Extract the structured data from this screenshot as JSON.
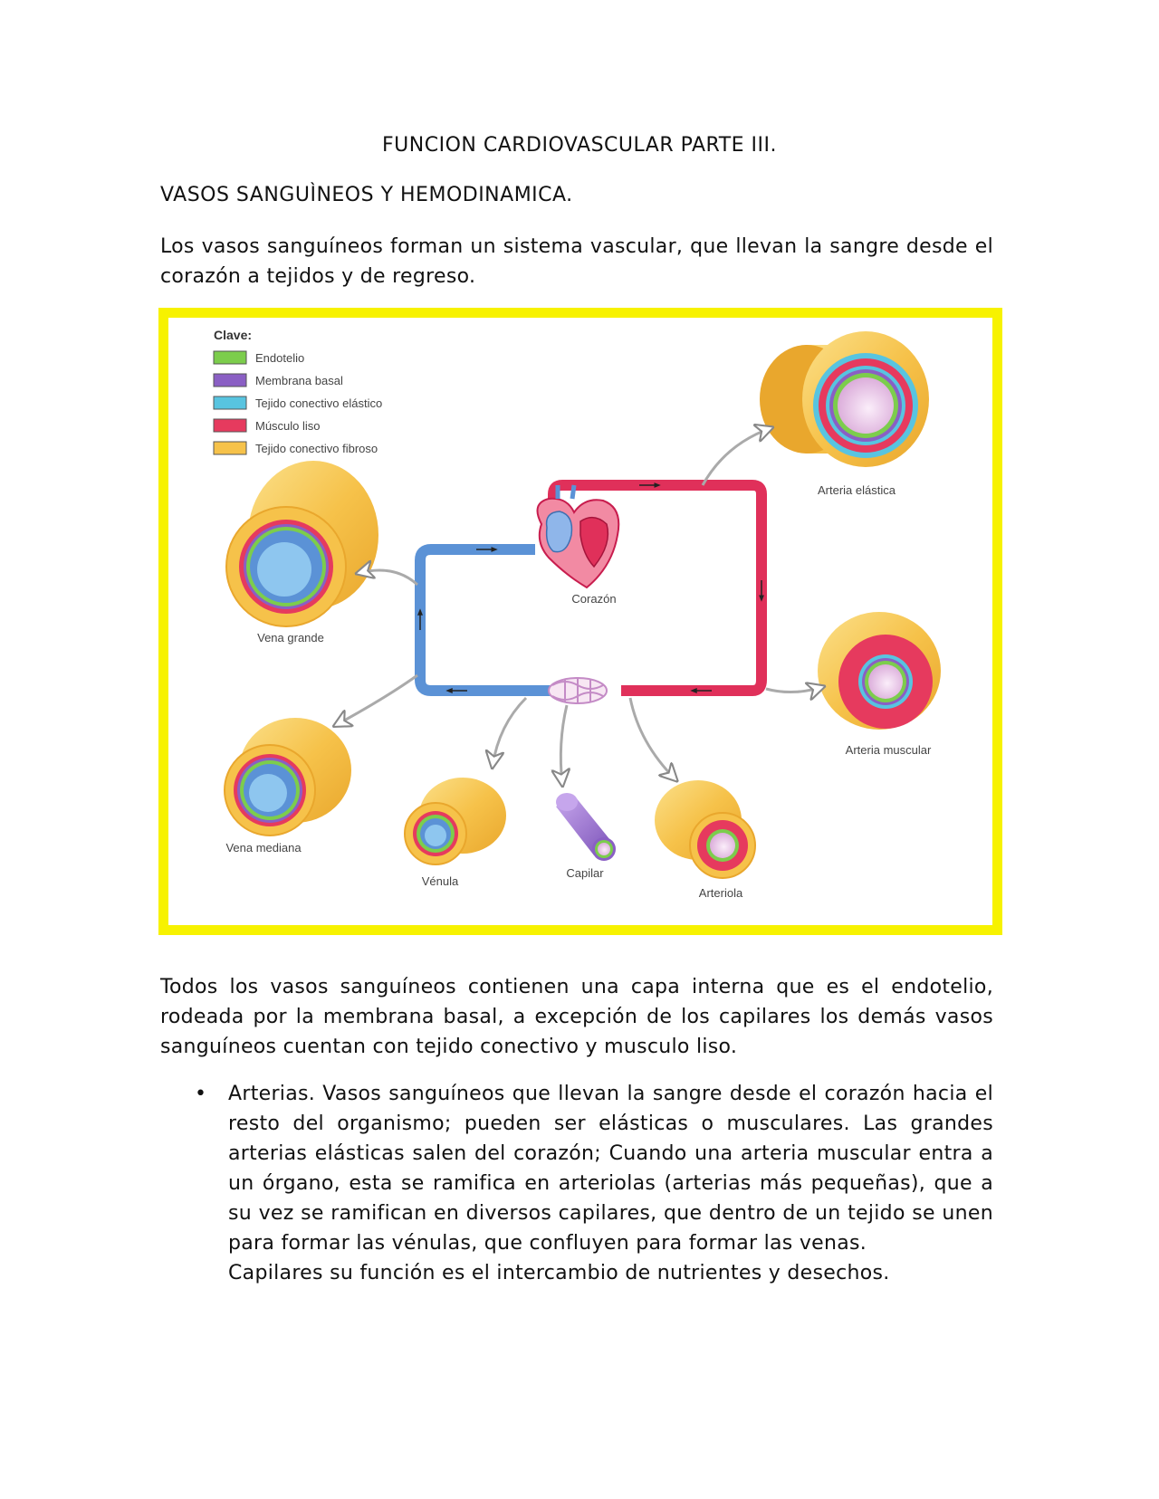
{
  "document": {
    "title": "FUNCION CARDIOVASCULAR PARTE III.",
    "subtitle": "VASOS SANGUÌNEOS Y HEMODINAMICA.",
    "intro": "Los vasos sanguíneos forman un sistema vascular, que llevan la sangre desde el corazón a tejidos y de regreso.",
    "body": "Todos los vasos sanguíneos contienen una capa interna que es el endotelio, rodeada por la membrana basal, a excepción de los capilares los demás vasos sanguíneos cuentan con tejido conectivo y musculo liso.",
    "bullets": [
      {
        "text": "Arterias. Vasos sanguíneos que llevan la sangre desde el corazón hacia el resto del organismo; pueden ser elásticas o musculares. Las grandes arterias elásticas salen del corazón; Cuando una arteria muscular entra a un órgano, esta se ramifica en arteriolas (arterias más pequeñas), que a su vez se ramifican en diversos capilares, que dentro de un tejido se unen para formar las vénulas, que confluyen para formar las venas.",
        "note": "Capilares su función es el intercambio de nutrientes y desechos."
      }
    ]
  },
  "figure": {
    "border_color": "#f7f200",
    "legend": {
      "title": "Clave:",
      "items": [
        {
          "label": "Endotelio",
          "color": "#7ccd4c"
        },
        {
          "label": "Membrana basal",
          "color": "#8a5fc4"
        },
        {
          "label": "Tejido conectivo elástico",
          "color": "#58c4e0"
        },
        {
          "label": "Músculo liso",
          "color": "#e63a5e"
        },
        {
          "label": "Tejido conectivo fibroso",
          "color": "#f6c24a"
        }
      ]
    },
    "labels": {
      "heart": "Corazón",
      "elastic_artery": "Arteria elástica",
      "muscular_artery": "Arteria muscular",
      "large_vein": "Vena grande",
      "medium_vein": "Vena mediana",
      "venule": "Vénula",
      "capillary": "Capilar",
      "arteriole": "Arteriola"
    },
    "colors": {
      "artery": "#e0305a",
      "vein": "#5b92d6",
      "outer_tissue": "#f6c24a",
      "lumen": "#e8c4e6"
    }
  }
}
